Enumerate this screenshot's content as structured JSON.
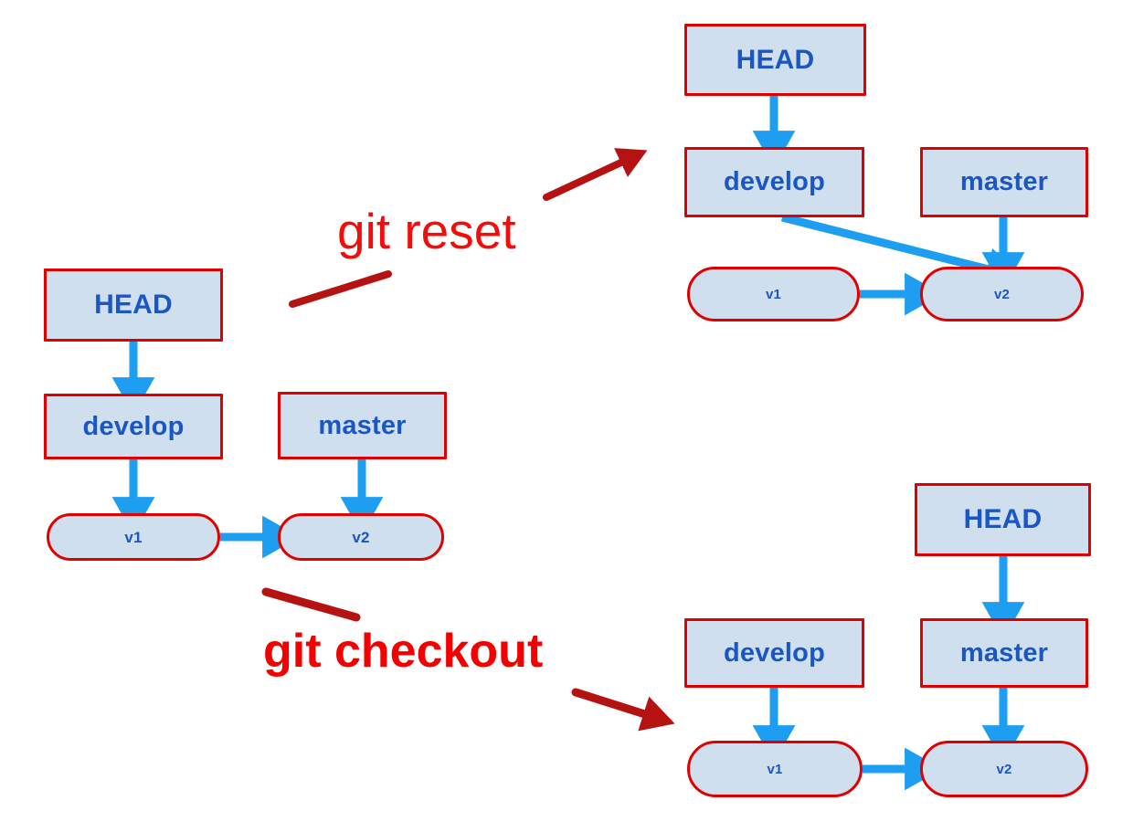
{
  "diagram": {
    "title": "git reset and git checkout branch pointer diagram",
    "colors": {
      "node_fill": "#cfdfee",
      "node_border": "#e00000",
      "node_text": "#1a56c4",
      "edge_arrow": "#1e9ef0",
      "annotation_reset": "#f30c0c",
      "annotation_checkout": "#f50000",
      "background": "#ffffff"
    },
    "annotations": [
      {
        "id": "git-reset",
        "text": "git reset",
        "bold": false
      },
      {
        "id": "git-checkout",
        "text": "git checkout",
        "bold": true
      }
    ],
    "clusters": [
      {
        "id": "before",
        "nodes": {
          "head": "HEAD",
          "develop": "develop",
          "master": "master",
          "v1": "v1",
          "v2": "v2"
        },
        "edges": [
          "HEAD -> develop",
          "develop -> v1",
          "master -> v2",
          "v1 -> v2"
        ]
      },
      {
        "id": "after-reset",
        "nodes": {
          "head": "HEAD",
          "develop": "develop",
          "master": "master",
          "v1": "v1",
          "v2": "v2"
        },
        "edges": [
          "HEAD -> develop",
          "develop -> v2",
          "master -> v2",
          "v1 -> v2"
        ]
      },
      {
        "id": "after-checkout",
        "nodes": {
          "head": "HEAD",
          "develop": "develop",
          "master": "master",
          "v1": "v1",
          "v2": "v2"
        },
        "edges": [
          "HEAD -> master",
          "develop -> v1",
          "master -> v2",
          "v1 -> v2"
        ]
      }
    ]
  }
}
